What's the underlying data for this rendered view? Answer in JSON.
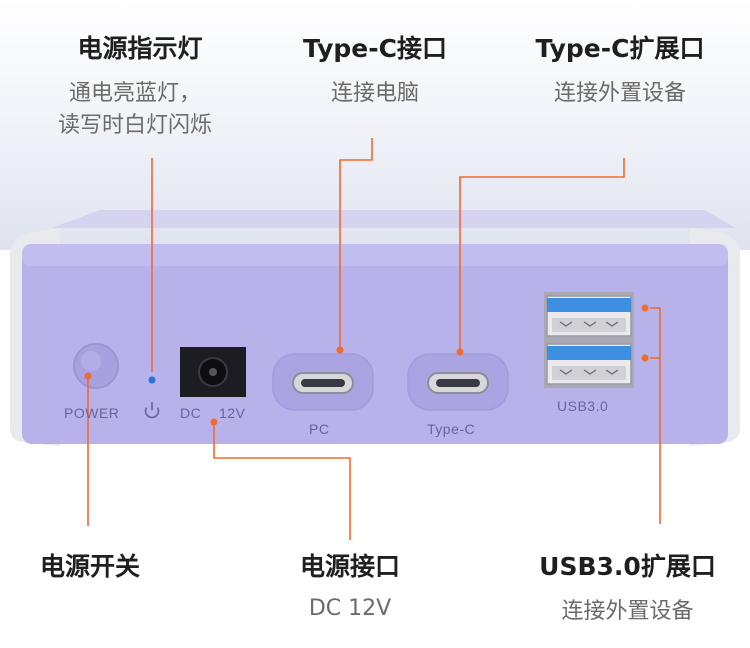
{
  "callouts": {
    "indicator": {
      "title": "电源指示灯",
      "desc_line1": "通电亮蓝灯，",
      "desc_line2": "读写时白灯闪烁"
    },
    "typec_pc": {
      "title": "Type-C接口",
      "desc": "连接电脑"
    },
    "typec_ext": {
      "title": "Type-C扩展口",
      "desc": "连接外置设备"
    },
    "power_switch": {
      "title": "电源开关"
    },
    "power_port": {
      "title": "电源接口",
      "desc": "DC 12V"
    },
    "usb_ext": {
      "title": "USB3.0扩展口",
      "desc": "连接外置设备"
    }
  },
  "panel_labels": {
    "power": "POWER",
    "dc": "DC",
    "volt": "12V",
    "pc": "PC",
    "typec": "Type-C",
    "usb": "USB3.0"
  },
  "colors": {
    "body_purple": "#b7b2ea",
    "leader_line": "#ef6b2e",
    "usb_blue": "#3d8fe0",
    "led_blue": "#2c6fe0"
  }
}
